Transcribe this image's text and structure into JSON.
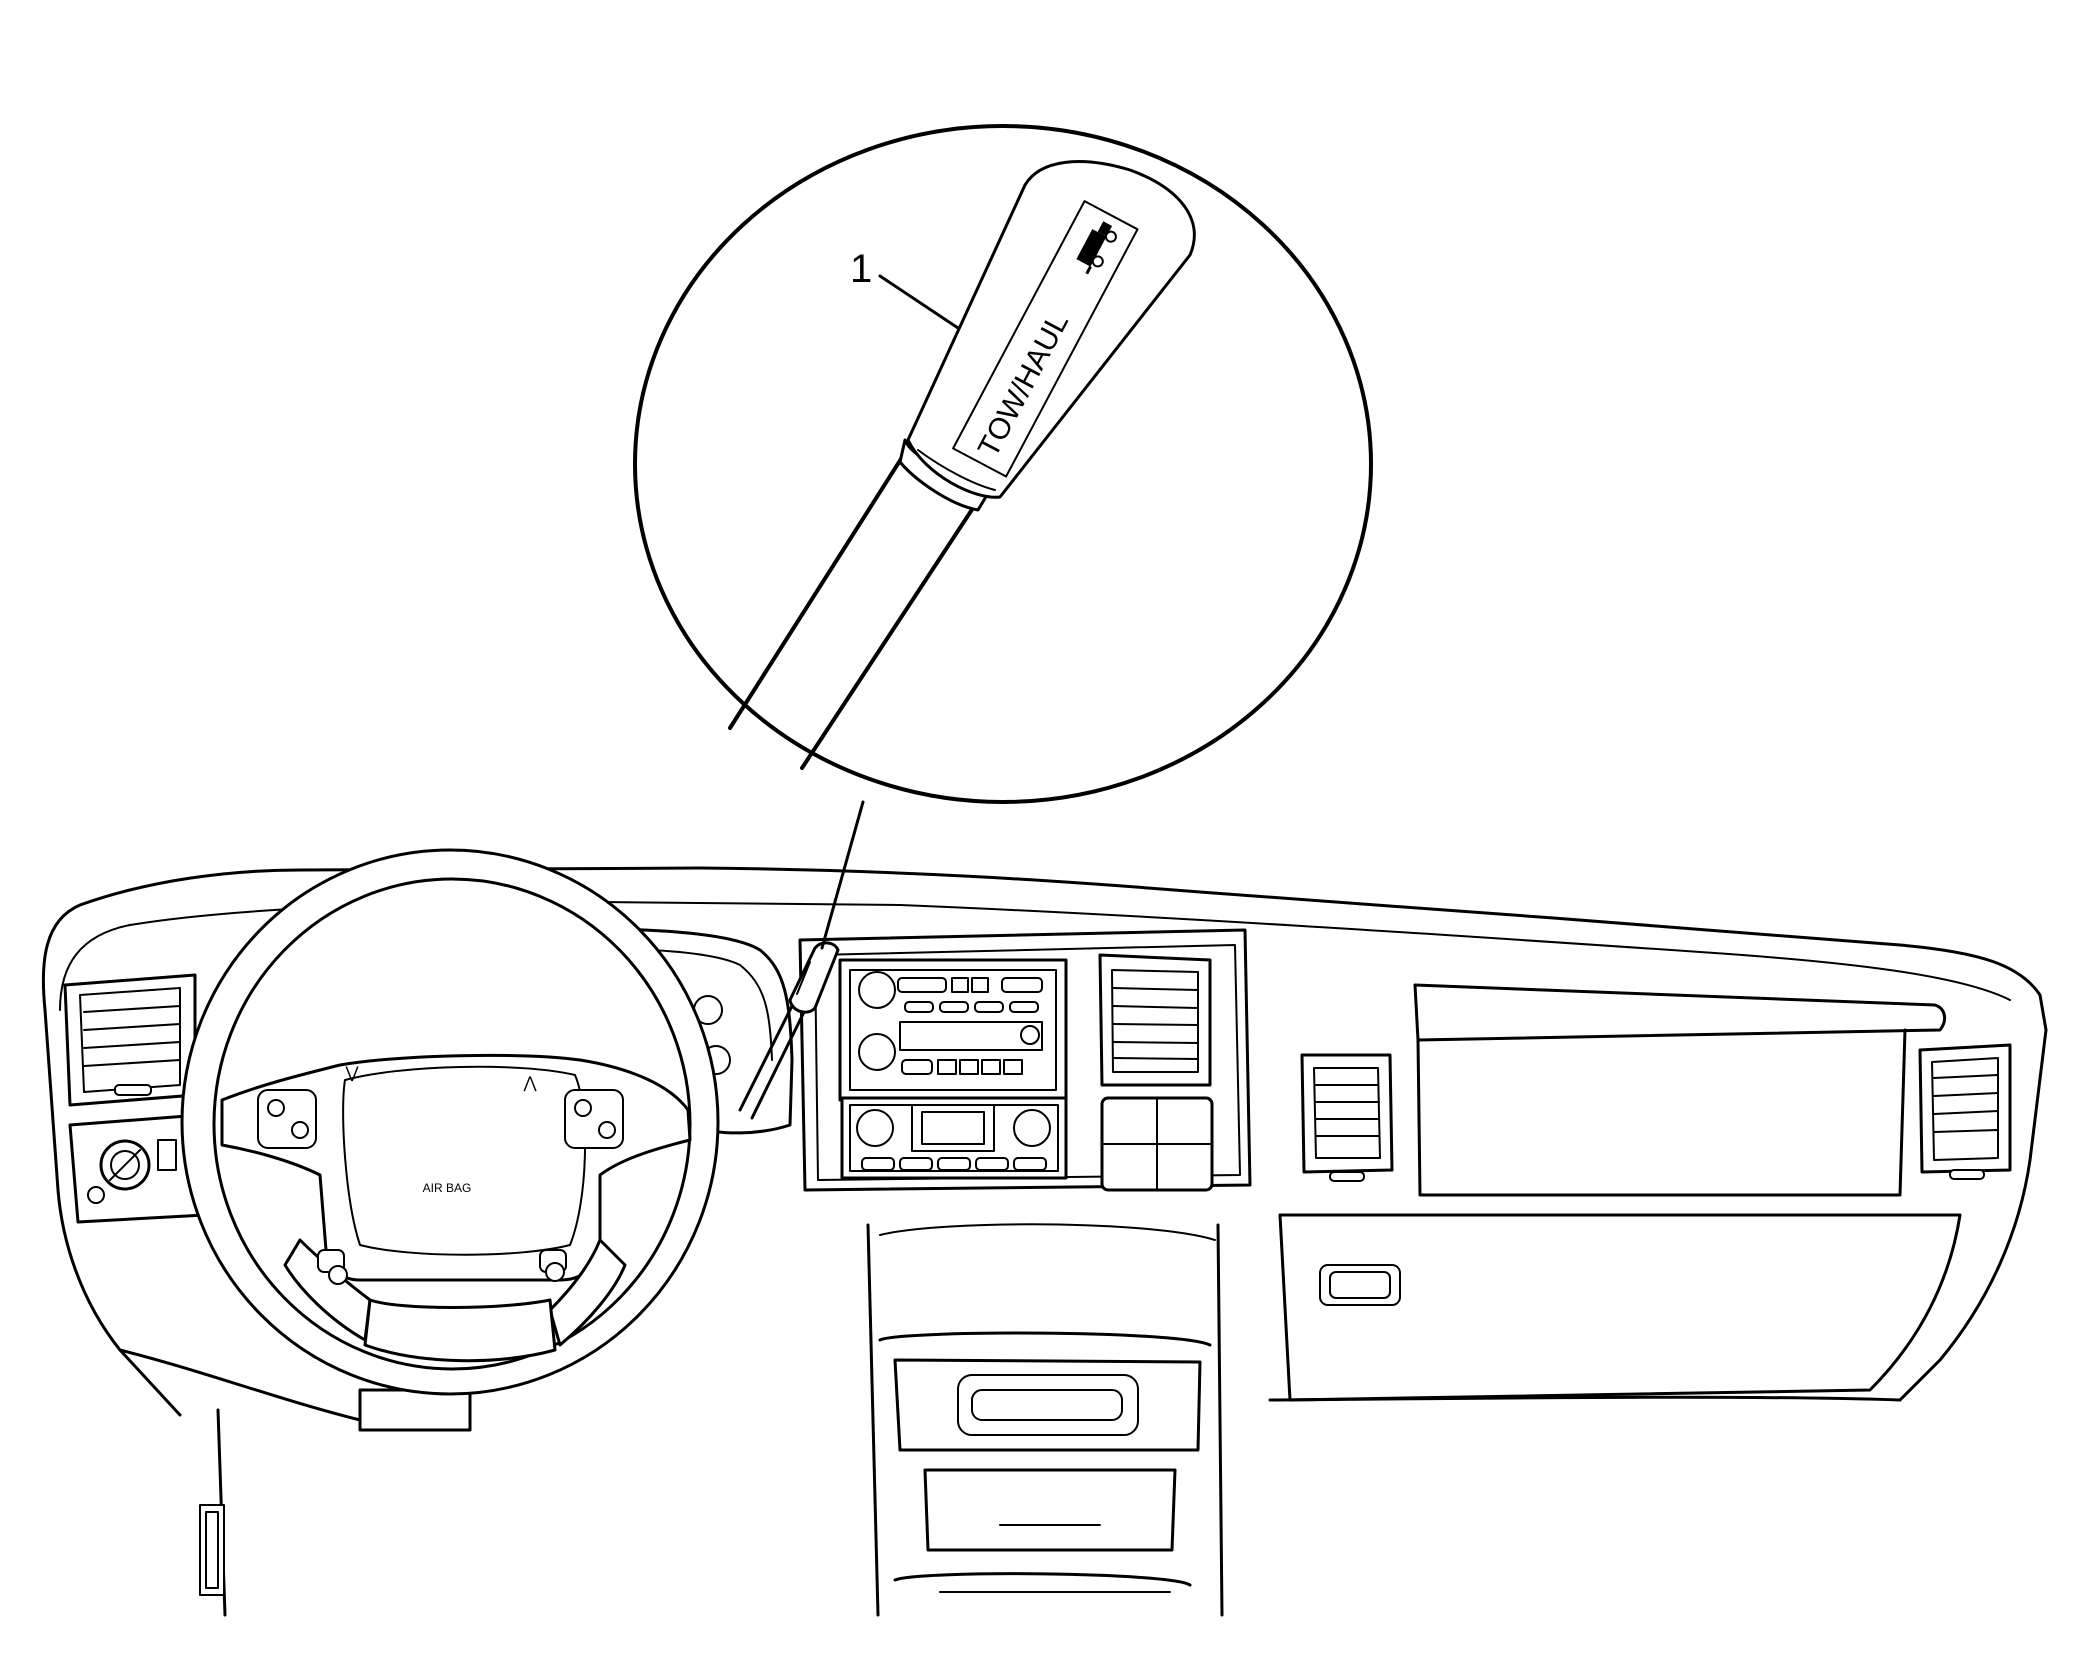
{
  "callout": {
    "number": "1",
    "handle_label": "TOW/HAUL"
  },
  "wheel_label": "AIR BAG",
  "icons": {
    "tow_symbol": "truck-icon"
  }
}
